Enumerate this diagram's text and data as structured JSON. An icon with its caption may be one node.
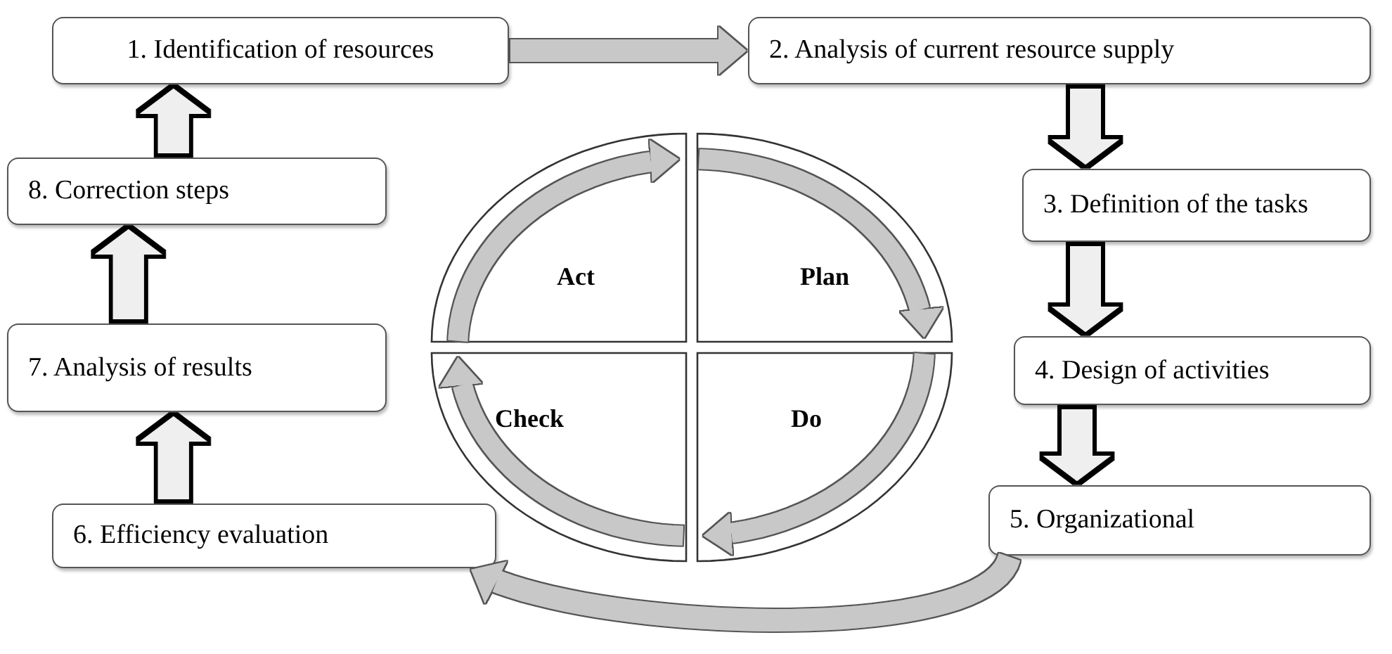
{
  "diagram": {
    "nodes": [
      {
        "text": [
          "1. Identification of resources"
        ]
      },
      {
        "text": [
          "2. Analysis of current resource supply"
        ]
      },
      {
        "text": [
          "3. Definition of the tasks"
        ]
      },
      {
        "text": [
          "4. Design of activities"
        ]
      },
      {
        "text": [
          "5. Organizational"
        ]
      },
      {
        "text": [
          "6. Efficiency evaluation"
        ]
      },
      {
        "text": [
          "7. Analysis of results"
        ]
      },
      {
        "text": [
          "8. Correction steps"
        ]
      },
      {
        "text": [
          "Act"
        ]
      },
      {
        "text": [
          "Plan"
        ]
      },
      {
        "text": [
          "Check"
        ]
      },
      {
        "text": [
          "Do"
        ]
      }
    ],
    "edges": [
      {
        "from": 0,
        "to": 1,
        "arrow": "to",
        "color": "#c8c8c8"
      },
      {
        "from": 1,
        "to": 2,
        "arrow": "to"
      },
      {
        "from": 2,
        "to": 3,
        "arrow": "to"
      },
      {
        "from": 3,
        "to": 4,
        "arrow": "to"
      },
      {
        "from": 4,
        "to": 5,
        "arrow": "to",
        "color": "#c8c8c8"
      },
      {
        "from": 5,
        "to": 6,
        "arrow": "to"
      },
      {
        "from": 6,
        "to": 7,
        "arrow": "to"
      },
      {
        "from": 7,
        "to": 0,
        "arrow": "to"
      },
      {
        "from": 8,
        "to": 9,
        "arrow": "to",
        "color": "#c8c8c8"
      },
      {
        "from": 9,
        "to": 11,
        "arrow": "to",
        "color": "#c8c8c8"
      },
      {
        "from": 11,
        "to": 10,
        "arrow": "to",
        "color": "#c8c8c8"
      },
      {
        "from": 10,
        "to": 8,
        "arrow": "to",
        "color": "#c8c8c8"
      }
    ]
  }
}
